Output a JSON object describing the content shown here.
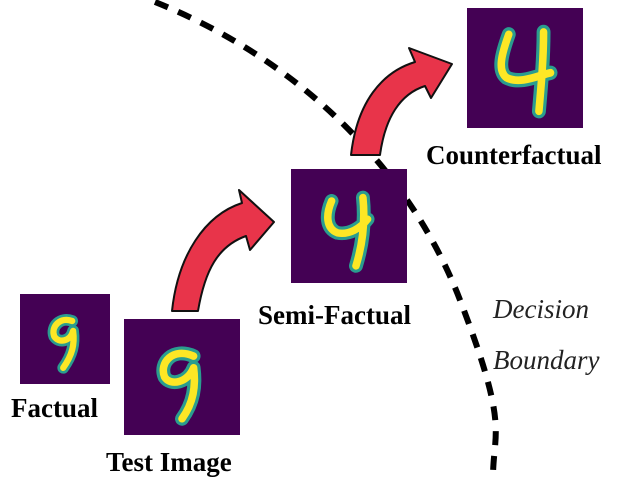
{
  "labels": {
    "factual": "Factual",
    "test_image": "Test Image",
    "semi_factual": "Semi-Factual",
    "counterfactual": "Counterfactual",
    "decision_line1": "Decision",
    "decision_line2": "Boundary"
  },
  "digits": {
    "factual": "9",
    "test_image": "9",
    "semi_factual": "4",
    "counterfactual": "4"
  },
  "colors": {
    "tile_background": "#440154",
    "digit_stroke": "#fde725",
    "digit_halo": "#2a9d8f",
    "arrow_fill": "#e8344a",
    "arrow_outline": "#111111",
    "boundary": "#000000"
  }
}
